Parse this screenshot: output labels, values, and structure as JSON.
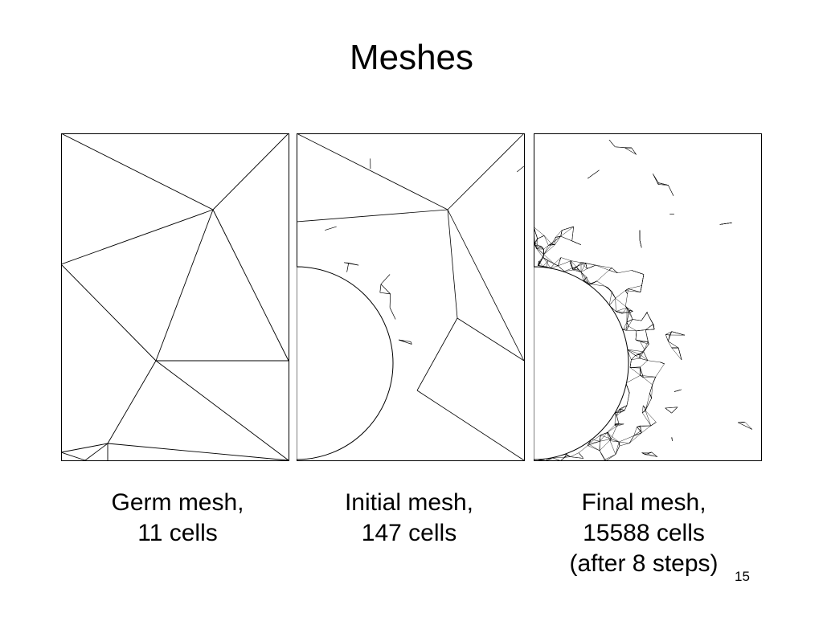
{
  "slide": {
    "title": "Meshes",
    "page_number": "15"
  },
  "panels": [
    {
      "id": "germ",
      "caption_lines": [
        "Germ mesh,",
        "11 cells"
      ],
      "cells": 11
    },
    {
      "id": "initial",
      "caption_lines": [
        "Initial mesh,",
        "147 cells"
      ],
      "cells": 147
    },
    {
      "id": "final",
      "caption_lines": [
        "Final mesh,",
        "15588 cells",
        "(after 8 steps)"
      ],
      "cells": 15588
    }
  ]
}
